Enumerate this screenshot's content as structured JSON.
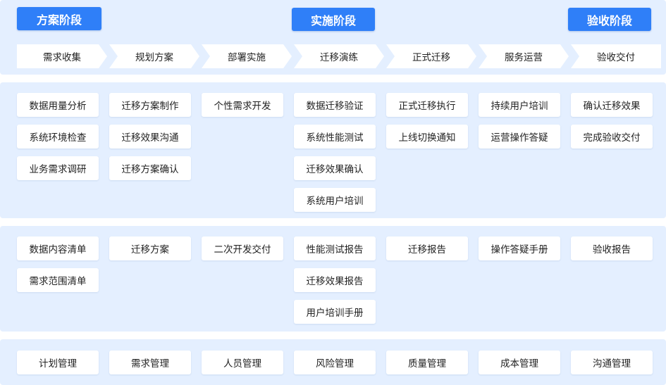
{
  "phases": [
    "方案阶段",
    "实施阶段",
    "验收阶段"
  ],
  "steps": [
    "需求收集",
    "规划方案",
    "部署实施",
    "迁移演练",
    "正式迁移",
    "服务运营",
    "验收交付"
  ],
  "activities": [
    [
      "数据用量分析",
      "系统环境检查",
      "业务需求调研"
    ],
    [
      "迁移方案制作",
      "迁移效果沟通",
      "迁移方案确认"
    ],
    [
      "个性需求开发"
    ],
    [
      "数据迁移验证",
      "系统性能测试",
      "迁移效果确认",
      "系统用户培训"
    ],
    [
      "正式迁移执行",
      "上线切换通知"
    ],
    [
      "持续用户培训",
      "运营操作答疑"
    ],
    [
      "确认迁移效果",
      "完成验收交付"
    ]
  ],
  "deliverables": [
    [
      "数据内容清单",
      "需求范围清单"
    ],
    [
      "迁移方案"
    ],
    [
      "二次开发交付"
    ],
    [
      "性能测试报告",
      "迁移效果报告",
      "用户培训手册"
    ],
    [
      "迁移报告"
    ],
    [
      "操作答疑手册"
    ],
    [
      "验收报告"
    ]
  ],
  "management": [
    "计划管理",
    "需求管理",
    "人员管理",
    "风险管理",
    "质量管理",
    "成本管理",
    "沟通管理"
  ],
  "colors": {
    "accent": "#2f7ff8",
    "panel": "#e4efff",
    "card": "#ffffff"
  }
}
